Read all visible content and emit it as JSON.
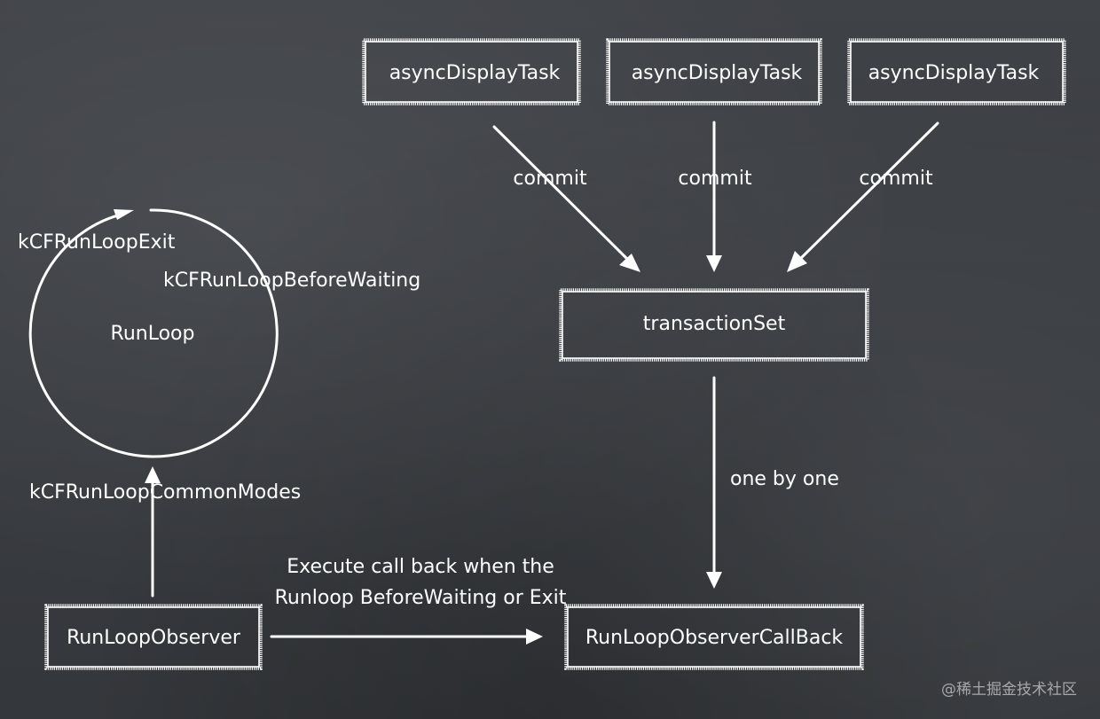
{
  "nodes": {
    "task_1": "asyncDisplayTask",
    "task_2": "asyncDisplayTask",
    "task_3": "asyncDisplayTask",
    "transaction_set": "transactionSet",
    "runloop_observer": "RunLoopObserver",
    "observer_callback": "RunLoopObserverCallBack"
  },
  "runloop": {
    "center_label": "RunLoop",
    "exit_label": "kCFRunLoopExit",
    "before_waiting_label": "kCFRunLoopBeforeWaiting",
    "common_modes_label": "kCFRunLoopCommonModes"
  },
  "edges": {
    "commit_1": "commit",
    "commit_2": "commit",
    "commit_3": "commit",
    "one_by_one": "one by one",
    "callback_line_1": "Execute call back when the",
    "callback_line_2": "Runloop BeforeWaiting or Exit"
  },
  "watermark": "@稀土掘金技术社区"
}
